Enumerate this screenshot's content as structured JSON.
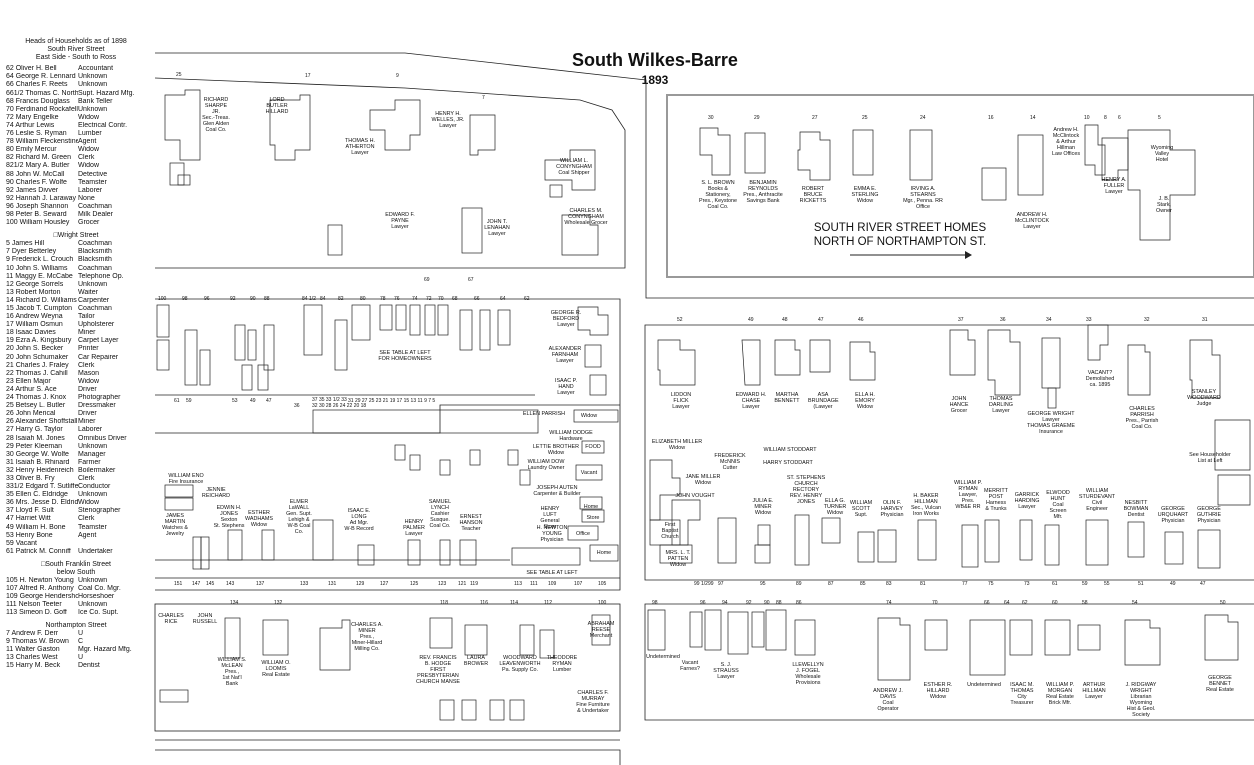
{
  "title": "South Wilkes-Barre",
  "year": "1893",
  "legend": {
    "heading": [
      "Heads of Households as of 1898",
      "South River Street",
      "East Side - South to Ross"
    ],
    "south_river_street": [
      [
        "62 Oliver H. Bell",
        "Accountant"
      ],
      [
        "64 George R. Lennard",
        "Unknown"
      ],
      [
        "66 Charles F. Reets",
        "Unknown"
      ],
      [
        "661/2 Thomas C. North",
        "Supt. Hazard Mfg."
      ],
      [
        "68 Francis Douglass",
        "Bank Teller"
      ],
      [
        "70 Ferdinand Rockafellow",
        "Unknown"
      ],
      [
        "72 Mary Engelke",
        "Widow"
      ],
      [
        "74 Arthur Lewis",
        "Electrical Contr."
      ],
      [
        "76 Leslie S. Ryman",
        "Lumber"
      ],
      [
        "78 William Fleckenstine",
        "Agent"
      ],
      [
        "80 Emily Mercur",
        "Widow"
      ],
      [
        "82 Richard M. Green",
        "Clerk"
      ],
      [
        "821/2 Mary A. Butler",
        "Widow"
      ],
      [
        "88 John W. McCall",
        "Detective"
      ],
      [
        "90 Charles F. Wolfe",
        "Teamster"
      ],
      [
        "92 James Divver",
        "Laborer"
      ],
      [
        "92 Hannah J. Laraway",
        "None"
      ],
      [
        "96 Joseph Shannon",
        "Coachman"
      ],
      [
        "98 Peter B. Seward",
        "Milk Dealer"
      ],
      [
        "100 William Housley",
        "Grocer"
      ]
    ],
    "wright_heading": "□Wright Street",
    "wright_street": [
      [
        "5 James Hill",
        "Coachman"
      ],
      [
        "7 Dyer Betterley",
        "Blacksmith"
      ],
      [
        "9 Frederick L. Crouch",
        "Blacksmith"
      ],
      [
        "10 John S. Williams",
        "Coachman"
      ],
      [
        "11 Maggy E. McCabe",
        "Telephone Op."
      ],
      [
        "12 George Sorrels",
        "Unknown"
      ],
      [
        "13 Robert Morton",
        "Waiter"
      ],
      [
        "14 Richard D. Williams",
        "Carpenter"
      ],
      [
        "15 Jacob T. Cumpton",
        "Coachman"
      ],
      [
        "16 Andrew Weyna",
        "Tailor"
      ],
      [
        "17 William Osmun",
        "Upholsterer"
      ],
      [
        "18 Isaac Davies",
        "Miner"
      ],
      [
        "19 Ezra A. Kingsbury",
        "Carpet Layer"
      ],
      [
        "20 John S. Becker",
        "Printer"
      ],
      [
        "20 John Schumaker",
        "Car Repairer"
      ],
      [
        "21 Charles J. Fraley",
        "Clerk"
      ],
      [
        "22 Thomas J. Cahill",
        "Mason"
      ],
      [
        "23 Ellen Major",
        "Widow"
      ],
      [
        "24 Arthur S. Ace",
        "Driver"
      ],
      [
        "24 Thomas J. Knox",
        "Photographer"
      ],
      [
        "25 Betsey L. Butler",
        "Dressmaker"
      ],
      [
        "26 John Merical",
        "Driver"
      ],
      [
        "26 Alexander Shoffstall",
        "Miner"
      ],
      [
        "27 Harry G. Taylor",
        "Laborer"
      ],
      [
        "28 Isaiah M. Jones",
        "Omnibus Driver"
      ],
      [
        "29 Peter Kleeman",
        "Unknown"
      ],
      [
        "30 George W. Wolfe",
        "Manager"
      ],
      [
        "31 Isaiah B. Rhinard",
        "Farmer"
      ],
      [
        "32 Henry Heidenreich",
        "Boilermaker"
      ],
      [
        "33 Oliver B. Fry",
        "Clerk"
      ],
      [
        "331/2 Edgard T. Sutliffe",
        "Conductor"
      ],
      [
        "35 Ellen C. Eldridge",
        "Unknown"
      ],
      [
        "36 Mrs. Jesse D. Eldridge",
        "Widow"
      ],
      [
        "37 Lloyd F. Sult",
        "Stenographer"
      ],
      [
        "47 Harriet Witt",
        "Clerk"
      ],
      [
        "49 William H. Bone",
        "Teamster"
      ],
      [
        "53 Henry Bone",
        "Agent"
      ],
      [
        "59 Vacant",
        ""
      ],
      [
        "61 Patrick M. Conniff",
        "Undertaker"
      ]
    ],
    "franklin_heading": "□South Franklin Street",
    "franklin_sub": "below South",
    "franklin_street": [
      [
        "105 H. Newton Young",
        "Unknown"
      ],
      [
        "107 Alfred R. Anthony",
        "Coal Co. Mgr."
      ],
      [
        "109 George Hendershot",
        "Horseshoer"
      ],
      [
        "111 Nelson Teeter",
        "Unknown"
      ],
      [
        "113 Simeon D. Goff",
        "Ice Co. Supt."
      ]
    ],
    "northampton_heading": "Northampton Street",
    "northampton_street": [
      [
        "7    Andrew F. Derr",
        "U"
      ],
      [
        "9    Thomas W. Brown",
        "C"
      ],
      [
        "11  Walter Gaston",
        "Mgr. Hazard Mfg."
      ],
      [
        "13  Charles West",
        "U"
      ],
      [
        "15  Harry M. Beck",
        "Dentist"
      ]
    ]
  },
  "homes_title": "SOUTH RIVER STREET HOMES\nNORTH OF NORTHAMPTON ST.",
  "labels": [
    {
      "id": "l1",
      "text": "RICHARD\nSHARPE\nJR.\nSec.-Treas.\nGlen Alden\nCoal Co."
    },
    {
      "id": "l2",
      "text": "LORD\nBUTLER\nHILLARD"
    },
    {
      "id": "l3",
      "text": "THOMAS H.\nATHERTON\nLawyer"
    },
    {
      "id": "l4",
      "text": "HENRY H.\nWELLES, JR.\nLawyer"
    },
    {
      "id": "l5",
      "text": "WILLIAM L.\nCONYNGHAM\nCoal Shipper"
    },
    {
      "id": "l6",
      "text": "CHARLES M.\nCONYNGHAM\nWholesale Grocer"
    },
    {
      "id": "l7",
      "text": "EDWARD F.\nPAYNE\nLawyer"
    },
    {
      "id": "l8",
      "text": "JOHN T.\nLENAHAN\nLawyer"
    },
    {
      "id": "l9",
      "text": "S. L. BROWN\nBooks &\nStationery,\nPres., Keystone\nCoal Co."
    },
    {
      "id": "l10",
      "text": "BENJAMIN\nREYNOLDS\nPres., Anthracite\nSavings Bank"
    },
    {
      "id": "l11",
      "text": "ROBERT\nBRUCE\nRICKETTS"
    },
    {
      "id": "l12",
      "text": "EMMA E.\nSTERLING\nWidow"
    },
    {
      "id": "l13",
      "text": "IRVING A.\nSTEARNS\nMgr., Penna. RR\nOffice"
    },
    {
      "id": "l14",
      "text": "ANDREW H.\nMcCLINTOCK\nLawyer"
    },
    {
      "id": "l15",
      "text": "Andrew H.\nMcClintock\n& Arthur\nHillman\nLaw Offices"
    },
    {
      "id": "l16",
      "text": "HENRY A.\nFULLER\nLawyer"
    },
    {
      "id": "l17",
      "text": "Wyoming\nValley\nHotel"
    },
    {
      "id": "l18",
      "text": "J. B.\nStark,\nOwner"
    },
    {
      "id": "l19",
      "text": "GEORGE R.\nBEDFORD\nLawyer"
    },
    {
      "id": "l20",
      "text": "ALEXANDER\nFARNHAM\nLawyer"
    },
    {
      "id": "l21",
      "text": "ISAAC P.\nHAND\nLawyer"
    },
    {
      "id": "l22",
      "text": "SEE TABLE AT LEFT\nFOR HOMEOWNERS"
    },
    {
      "id": "l23",
      "text": "ELLEN PARRISH"
    },
    {
      "id": "l24",
      "text": "Widow"
    },
    {
      "id": "l25",
      "text": "WILLIAM DODGE\nHardware"
    },
    {
      "id": "l26",
      "text": "LETTIE BROTHER\nWidow"
    },
    {
      "id": "l27",
      "text": "WILLIAM DOW\nLaundry Owner"
    },
    {
      "id": "l28",
      "text": "FOOD"
    },
    {
      "id": "l29",
      "text": "Vacant"
    },
    {
      "id": "l30",
      "text": "JOSEPH AUTEN\nCarpenter & Builder"
    },
    {
      "id": "l31",
      "text": "HENRY LUFT\nGeneral Store"
    },
    {
      "id": "l32",
      "text": "Home"
    },
    {
      "id": "l33",
      "text": "Store"
    },
    {
      "id": "l34",
      "text": "H. NEWTON\nYOUNG\nPhysician"
    },
    {
      "id": "l35",
      "text": "Office"
    },
    {
      "id": "l36",
      "text": "Home"
    },
    {
      "id": "l37",
      "text": "SEE TABLE AT LEFT"
    },
    {
      "id": "l38",
      "text": "WILLIAM ENO\nFire Insurance"
    },
    {
      "id": "l39",
      "text": "JENNIE\nREICHARD"
    },
    {
      "id": "l40",
      "text": "JAMES\nMARTIN\nWatches &\nJewelry"
    },
    {
      "id": "l41",
      "text": "EDWIN H.\nJONES\nSexton\nSt. Stephens"
    },
    {
      "id": "l42",
      "text": "ESTHER\nWADHAMS\nWidow"
    },
    {
      "id": "l43",
      "text": "ELMER\nLaWALL\nGen. Supt.\nLehigh &\nW-B Coal\nCo."
    },
    {
      "id": "l44",
      "text": "ISAAC E.\nLONG\nAd Mgr.\nW-B Record"
    },
    {
      "id": "l45",
      "text": "HENRY\nPALMER\nLawyer"
    },
    {
      "id": "l46",
      "text": "SAMUEL\nLYNCH\nCashier\nSusque.\nCoal Co."
    },
    {
      "id": "l47",
      "text": "ERNEST\nHANSON\nTeacher"
    },
    {
      "id": "l48",
      "text": "CHARLES\nRICE"
    },
    {
      "id": "l49",
      "text": "JOHN\nRUSSELL"
    },
    {
      "id": "l50",
      "text": "WILLIAM S.\nMcLEAN\nPres.,\n1st Nat'l\nBank"
    },
    {
      "id": "l51",
      "text": "WILLIAM O.\nLOOMIS\nReal Estate"
    },
    {
      "id": "l52",
      "text": "CHARLES A.\nMINER\nPres.,\nMiner-Hillard\nMilling Co."
    },
    {
      "id": "l53",
      "text": "REV. FRANCIS\nB. HODGE\nFIRST\nPRESBYTERIAN\nCHURCH MANSE"
    },
    {
      "id": "l54",
      "text": "LAURA\nBROWER"
    },
    {
      "id": "l55",
      "text": "WOODWARD\nLEAVENWORTH\nPa. Supply Co."
    },
    {
      "id": "l56",
      "text": "THEODORE\nRYMAN\nLumber"
    },
    {
      "id": "l57",
      "text": "ABRAHAM\nREESE\nMerchant"
    },
    {
      "id": "l58",
      "text": "CHARLES F.\nMURRAY\nFine Furniture\n& Undertaker"
    },
    {
      "id": "l59",
      "text": "LIDDON\nFLICK\nLawyer"
    },
    {
      "id": "l60",
      "text": "EDWARD H.\nCHASE\nLawyer"
    },
    {
      "id": "l61",
      "text": "MARTHA\nBENNETT"
    },
    {
      "id": "l62",
      "text": "ASA\nBRUNDAGE\n(Lawyer"
    },
    {
      "id": "l63",
      "text": "ELLA H.\nEMORY\nWidow"
    },
    {
      "id": "l64",
      "text": "JOHN\nHANCE\nGrocer"
    },
    {
      "id": "l65",
      "text": "THOMAS\nDARLING\nLawyer"
    },
    {
      "id": "l66",
      "text": "GEORGE WRIGHT\nLawyer\nTHOMAS GRAEME\nInsurance"
    },
    {
      "id": "l67",
      "text": "VACANT?\nDemolished\nca. 1895"
    },
    {
      "id": "l68",
      "text": "CHARLES\nPARRISH\nPres., Parrish\nCoal Co."
    },
    {
      "id": "l69",
      "text": "STANLEY\nWOODWARD\nJudge"
    },
    {
      "id": "l70",
      "text": "See Householder\nList at Left"
    },
    {
      "id": "l71",
      "text": "ELIZABETH MILLER\nWidow"
    },
    {
      "id": "l72",
      "text": "JANE MILLER\nWidow"
    },
    {
      "id": "l73",
      "text": "JOHN VOUGHT"
    },
    {
      "id": "l74",
      "text": "First\nBaptist\nChurch"
    },
    {
      "id": "l75",
      "text": "MRS. L. T.\nPATTEN\nWidow"
    },
    {
      "id": "l76",
      "text": "FREDERICK\nMcNNIS\nCutter"
    },
    {
      "id": "l77",
      "text": "WILLIAM STODDART"
    },
    {
      "id": "l78",
      "text": "HARRY STODDART"
    },
    {
      "id": "l79",
      "text": "JULIA E.\nMINER\nWidow"
    },
    {
      "id": "l80",
      "text": "ST. STEPHENS\nCHURCH\nRECTORY\nREV. HENRY\nJONES"
    },
    {
      "id": "l81",
      "text": "ELLA G.\nTURNER\nWidow"
    },
    {
      "id": "l82",
      "text": "WILLIAM\nSCOTT\nSupt."
    },
    {
      "id": "l83",
      "text": "OLIN F.\nHARVEY\nPhysician"
    },
    {
      "id": "l84",
      "text": "H. BAKER\nHILLMAN\nSec., Vulcan\nIron Works"
    },
    {
      "id": "l85",
      "text": "WILLIAM P.\nRYMAN\nLawyer,\nPres.\nWB&E RR"
    },
    {
      "id": "l86",
      "text": "MERRITT\nPOST\nHarness\n& Trunks"
    },
    {
      "id": "l87",
      "text": "GARRICK\nHARDING\nLawyer"
    },
    {
      "id": "l88",
      "text": "ELWOOD\nHUNT\nCoal\nScreen\nMfr."
    },
    {
      "id": "l89",
      "text": "WILLIAM\nSTURDEVANT\nCivil\nEngineer"
    },
    {
      "id": "l90",
      "text": "NESBITT\nBOWMAN\nDentist"
    },
    {
      "id": "l91",
      "text": "GEORGE\nURQUHART\nPhysician"
    },
    {
      "id": "l92",
      "text": "GEORGE\nGUTHRIE\nPhysician"
    },
    {
      "id": "l93",
      "text": "Undetermined"
    },
    {
      "id": "l94",
      "text": "Vacant\nFarnes?"
    },
    {
      "id": "l95",
      "text": "S. J.\nSTRAUSS\nLawyer"
    },
    {
      "id": "l96",
      "text": "LLEWELLYN\nJ. FOGEL\nWholesale\nProvisions"
    },
    {
      "id": "l97",
      "text": "ANDREW J.\nDAVIS\nCoal\nOperator"
    },
    {
      "id": "l98",
      "text": "ESTHER R.\nHILLARD\nWidow"
    },
    {
      "id": "l99",
      "text": "Undetermined"
    },
    {
      "id": "l100",
      "text": "ISAAC M.\nTHOMAS\nCity\nTreasurer"
    },
    {
      "id": "l101",
      "text": "WILLIAM P.\nMORGAN\nReal Estate\nBrick Mfr."
    },
    {
      "id": "l102",
      "text": "ARTHUR\nHILLMAN\nLawyer"
    },
    {
      "id": "l103",
      "text": "J. RIDGWAY\nWRIGHT\nLibrarian\nWyoming\nHist & Geol.\nSociety"
    },
    {
      "id": "l104",
      "text": "GEORGE\nBENNET\nReal Estate"
    }
  ],
  "numbers": [
    {
      "id": "n1",
      "text": "25"
    },
    {
      "id": "n2",
      "text": "17"
    },
    {
      "id": "n3",
      "text": "9"
    },
    {
      "id": "n4",
      "text": "7"
    },
    {
      "id": "n5",
      "text": "69"
    },
    {
      "id": "n6",
      "text": "67"
    },
    {
      "id": "n7",
      "text": "30"
    },
    {
      "id": "n8",
      "text": "29"
    },
    {
      "id": "n9",
      "text": "27"
    },
    {
      "id": "n10",
      "text": "25"
    },
    {
      "id": "n11",
      "text": "24"
    },
    {
      "id": "n12",
      "text": "16"
    },
    {
      "id": "n13",
      "text": "14"
    },
    {
      "id": "n14",
      "text": "10"
    },
    {
      "id": "n15",
      "text": "8"
    },
    {
      "id": "n16",
      "text": "6"
    },
    {
      "id": "n17",
      "text": "5"
    },
    {
      "id": "n18",
      "text": "100"
    },
    {
      "id": "n19",
      "text": "98"
    },
    {
      "id": "n20",
      "text": "96"
    },
    {
      "id": "n21",
      "text": "92"
    },
    {
      "id": "n22",
      "text": "90"
    },
    {
      "id": "n23",
      "text": "88"
    },
    {
      "id": "n24",
      "text": "84 1/2"
    },
    {
      "id": "n25",
      "text": "84"
    },
    {
      "id": "n26",
      "text": "82"
    },
    {
      "id": "n27",
      "text": "80"
    },
    {
      "id": "n28",
      "text": "78"
    },
    {
      "id": "n29",
      "text": "76"
    },
    {
      "id": "n30",
      "text": "74"
    },
    {
      "id": "n31",
      "text": "72"
    },
    {
      "id": "n32",
      "text": "70"
    },
    {
      "id": "n33",
      "text": "68"
    },
    {
      "id": "n34",
      "text": "66"
    },
    {
      "id": "n35",
      "text": "64"
    },
    {
      "id": "n36",
      "text": "62"
    },
    {
      "id": "n37",
      "text": "61"
    },
    {
      "id": "n38",
      "text": "59"
    },
    {
      "id": "n39",
      "text": "53"
    },
    {
      "id": "n40",
      "text": "49"
    },
    {
      "id": "n41",
      "text": "47"
    },
    {
      "id": "n42",
      "text": "36"
    },
    {
      "id": "n43",
      "text": "37 35 33 1/2 33"
    },
    {
      "id": "n44",
      "text": "32 30 28 26 24 22 20 18"
    },
    {
      "id": "n45",
      "text": "31 29 27 25 23 21 19 17 15 13 11 9 7 5"
    },
    {
      "id": "n46",
      "text": "151"
    },
    {
      "id": "n47",
      "text": "147"
    },
    {
      "id": "n48",
      "text": "145"
    },
    {
      "id": "n49",
      "text": "143"
    },
    {
      "id": "n50",
      "text": "137"
    },
    {
      "id": "n51",
      "text": "133"
    },
    {
      "id": "n52",
      "text": "131"
    },
    {
      "id": "n53",
      "text": "129"
    },
    {
      "id": "n54",
      "text": "127"
    },
    {
      "id": "n55",
      "text": "125"
    },
    {
      "id": "n56",
      "text": "123"
    },
    {
      "id": "n57",
      "text": "121"
    },
    {
      "id": "n58",
      "text": "119"
    },
    {
      "id": "n59",
      "text": "113"
    },
    {
      "id": "n60",
      "text": "111"
    },
    {
      "id": "n61",
      "text": "109"
    },
    {
      "id": "n62",
      "text": "107"
    },
    {
      "id": "n63",
      "text": "105"
    },
    {
      "id": "n64",
      "text": "134"
    },
    {
      "id": "n65",
      "text": "132"
    },
    {
      "id": "n66",
      "text": "118"
    },
    {
      "id": "n67",
      "text": "116"
    },
    {
      "id": "n68",
      "text": "114"
    },
    {
      "id": "n69",
      "text": "112"
    },
    {
      "id": "n70",
      "text": "100"
    },
    {
      "id": "n71",
      "text": "52"
    },
    {
      "id": "n72",
      "text": "49"
    },
    {
      "id": "n73",
      "text": "48"
    },
    {
      "id": "n74",
      "text": "47"
    },
    {
      "id": "n75",
      "text": "46"
    },
    {
      "id": "n76",
      "text": "37"
    },
    {
      "id": "n77",
      "text": "36"
    },
    {
      "id": "n78",
      "text": "34"
    },
    {
      "id": "n79",
      "text": "33"
    },
    {
      "id": "n80",
      "text": "32"
    },
    {
      "id": "n81",
      "text": "31"
    },
    {
      "id": "n82",
      "text": "99 1/2"
    },
    {
      "id": "n83",
      "text": "99"
    },
    {
      "id": "n84",
      "text": "97"
    },
    {
      "id": "n85",
      "text": "95"
    },
    {
      "id": "n86",
      "text": "89"
    },
    {
      "id": "n87",
      "text": "87"
    },
    {
      "id": "n88",
      "text": "85"
    },
    {
      "id": "n89",
      "text": "83"
    },
    {
      "id": "n90",
      "text": "81"
    },
    {
      "id": "n91",
      "text": "77"
    },
    {
      "id": "n92",
      "text": "75"
    },
    {
      "id": "n93",
      "text": "73"
    },
    {
      "id": "n94",
      "text": "61"
    },
    {
      "id": "n95",
      "text": "59"
    },
    {
      "id": "n96",
      "text": "55"
    },
    {
      "id": "n97",
      "text": "51"
    },
    {
      "id": "n98",
      "text": "49"
    },
    {
      "id": "n99",
      "text": "47"
    },
    {
      "id": "n100",
      "text": "98"
    },
    {
      "id": "n101",
      "text": "96"
    },
    {
      "id": "n102",
      "text": "94"
    },
    {
      "id": "n103",
      "text": "92"
    },
    {
      "id": "n104",
      "text": "90"
    },
    {
      "id": "n105",
      "text": "88"
    },
    {
      "id": "n106",
      "text": "86"
    },
    {
      "id": "n107",
      "text": "74"
    },
    {
      "id": "n108",
      "text": "70"
    },
    {
      "id": "n109",
      "text": "66"
    },
    {
      "id": "n110",
      "text": "64"
    },
    {
      "id": "n111",
      "text": "62"
    },
    {
      "id": "n112",
      "text": "60"
    },
    {
      "id": "n113",
      "text": "58"
    },
    {
      "id": "n114",
      "text": "54"
    },
    {
      "id": "n115",
      "text": "50"
    }
  ]
}
